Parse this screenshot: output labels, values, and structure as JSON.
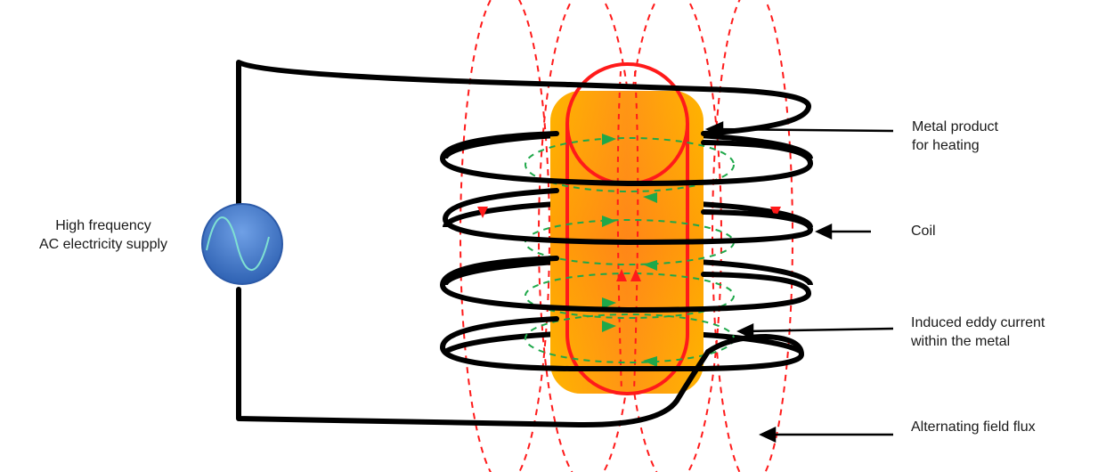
{
  "labels": {
    "supply_line1": "High frequency",
    "supply_line2": "AC electricity supply",
    "metal_line1": "Metal product",
    "metal_line2": "for heating",
    "coil": "Coil",
    "eddy_line1": "Induced eddy current",
    "eddy_line2": "within the metal",
    "flux": "Alternating field flux"
  },
  "colors": {
    "coil": "#000000",
    "flux": "#ff1a1a",
    "eddy": "#1fa84a",
    "metal_top": "#ffb000",
    "metal_center": "#ff8a1a",
    "source": "#3f78c9"
  }
}
